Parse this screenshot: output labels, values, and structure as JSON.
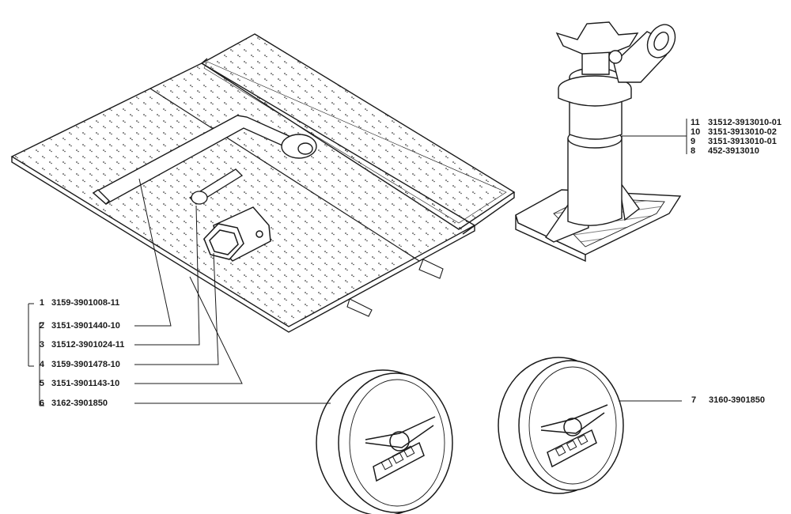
{
  "callouts_left": [
    {
      "num": "1",
      "code": "3159-3901008-11"
    },
    {
      "num": "2",
      "code": "3151-3901440-10"
    },
    {
      "num": "3",
      "code": "31512-3901024-11"
    },
    {
      "num": "4",
      "code": "3159-3901478-10"
    },
    {
      "num": "5",
      "code": "3151-3901143-10"
    },
    {
      "num": "6",
      "code": "3162-3901850"
    }
  ],
  "callouts_right_jack": [
    {
      "num": "11",
      "code": "31512-3913010-01"
    },
    {
      "num": "10",
      "code": "3151-3913010-02"
    },
    {
      "num": "9",
      "code": "3151-3913010-01"
    },
    {
      "num": "8",
      "code": "452-3913010"
    }
  ],
  "callout_wheel_right": {
    "num": "7",
    "code": "3160-3901850"
  },
  "colors": {
    "ink": "#1a1a1a",
    "paper": "#ffffff",
    "dots": "#444444"
  }
}
